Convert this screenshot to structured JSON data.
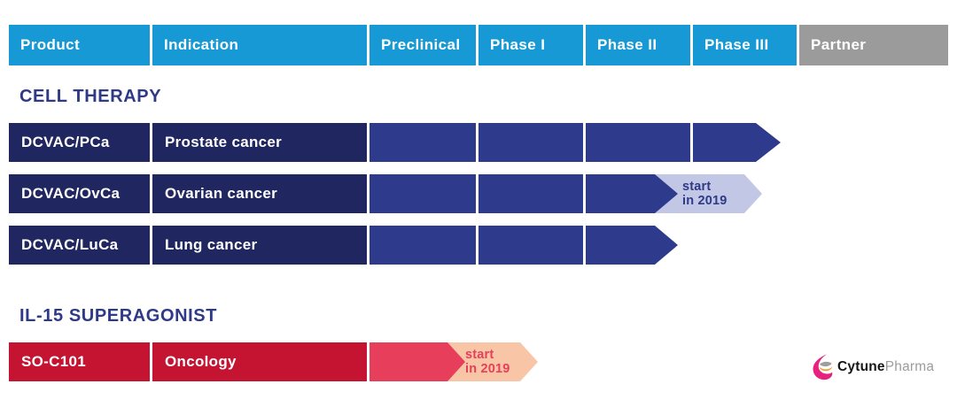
{
  "header": {
    "columns": [
      "Product",
      "Indication",
      "Preclinical",
      "Phase I",
      "Phase II",
      "Phase III",
      "Partner"
    ]
  },
  "chart_data": {
    "type": "gantt",
    "subtype": "drug-development-pipeline",
    "phases": [
      "Preclinical",
      "Phase I",
      "Phase II",
      "Phase III",
      "Partner"
    ],
    "groups": [
      {
        "name": "CELL THERAPY",
        "rows": [
          {
            "product": "DCVAC/PCa",
            "indication": "Prostate cancer",
            "progress_through": "Phase III",
            "annotation": null
          },
          {
            "product": "DCVAC/OvCa",
            "indication": "Ovarian cancer",
            "progress_through": "Phase II",
            "annotation": {
              "text": "start\nin 2019",
              "phase": "Phase III"
            }
          },
          {
            "product": "DCVAC/LuCa",
            "indication": "Lung cancer",
            "progress_through": "Phase II",
            "annotation": null
          }
        ]
      },
      {
        "name": "IL-15 SUPERAGONIST",
        "rows": [
          {
            "product": "SO-C101",
            "indication": "Oncology",
            "progress_through": "Preclinical",
            "annotation": {
              "text": "start\nin 2019",
              "phase": "Phase I"
            }
          }
        ]
      }
    ]
  },
  "logo": {
    "brand_bold": "Cytune",
    "brand_light": "Pharma"
  },
  "colors": {
    "header_blue": "#1799D6",
    "partner_gray": "#9B9B9B",
    "label_navy": "#20265F",
    "bar_navy": "#2E3A8C",
    "title_navy": "#2E3A87",
    "lavender": "#C3C7E6",
    "label_red": "#C41432",
    "bar_red": "#E73E5B",
    "salmon": "#F9C5A7",
    "note_red": "#E4405A",
    "logo_magenta": "#E6217E",
    "logo_orange": "#F39200",
    "logo_gray": "#9C9CA0"
  }
}
